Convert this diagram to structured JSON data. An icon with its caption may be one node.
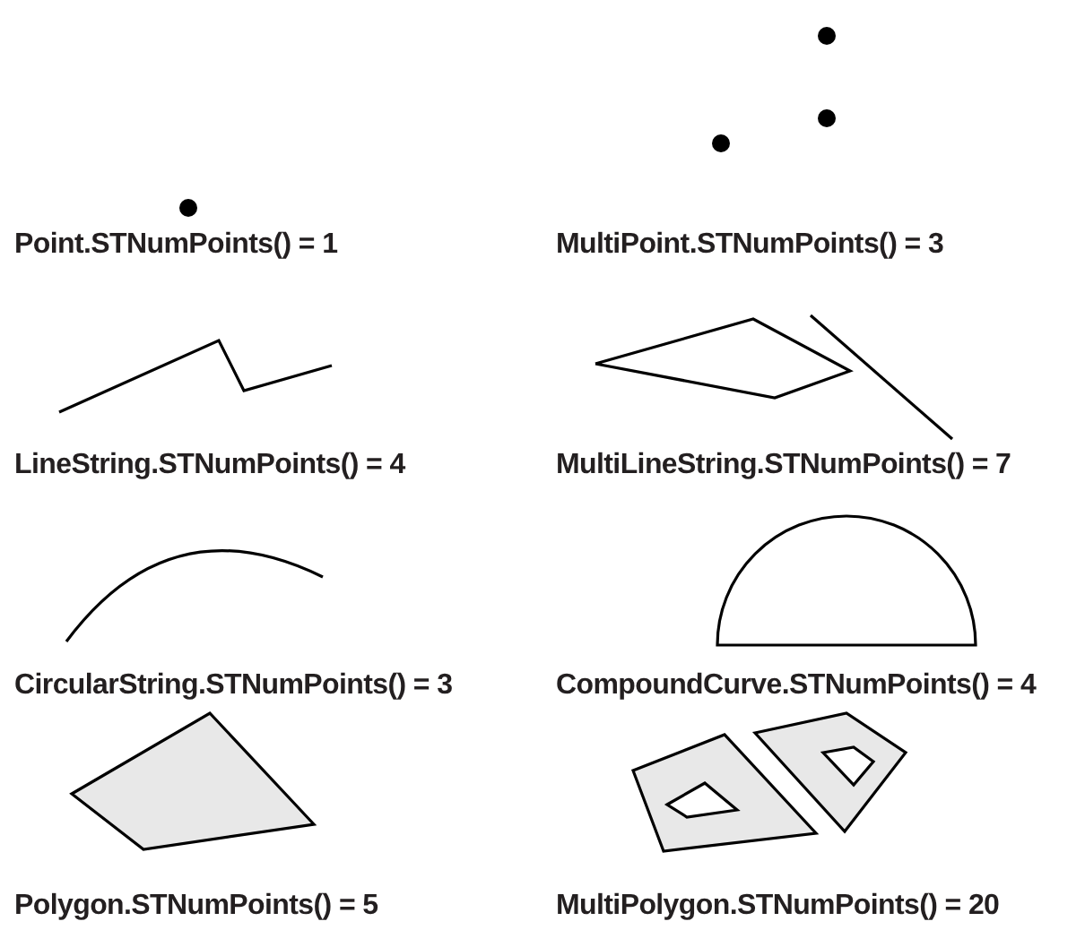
{
  "diagram": {
    "labels": [
      "Point.STNumPoints() = 1",
      "MultiPoint.STNumPoints() = 3",
      "LineString.STNumPoints() = 4",
      "MultiLineString.STNumPoints() = 7",
      "CircularString.STNumPoints() = 3",
      "CompoundCurve.STNumPoints() = 4",
      "Polygon.STNumPoints() = 5",
      "MultiPolygon.STNumPoints() = 20"
    ]
  }
}
